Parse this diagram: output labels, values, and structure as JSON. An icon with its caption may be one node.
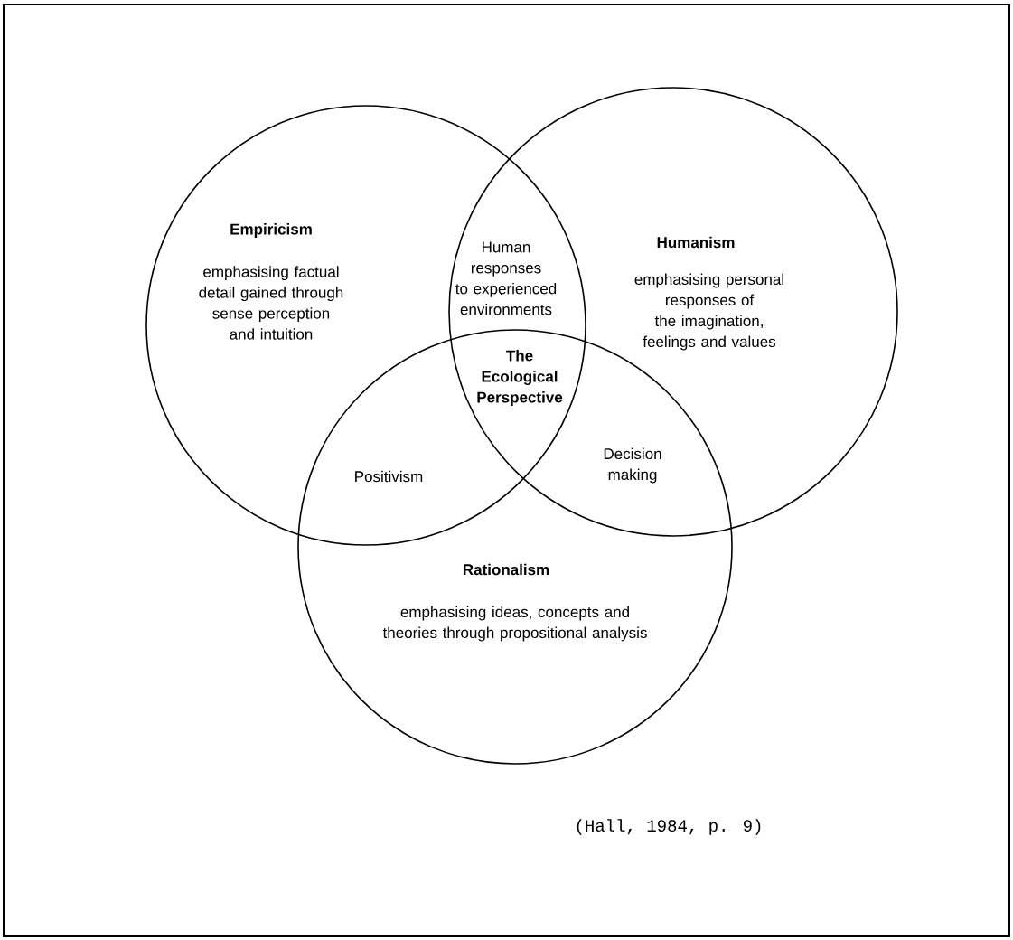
{
  "diagram": {
    "caption": "(Hall, 1984, p. 9)",
    "nodes": [
      {
        "text": [
          "Empiricism",
          "emphasising factual detail gained through sense perception and intuition"
        ]
      },
      {
        "text": [
          "Humanism",
          "emphasising personal responses of the imagination, feelings and values"
        ]
      },
      {
        "text": [
          "Rationalism",
          "emphasising ideas, concepts and theories through propositional analysis"
        ]
      }
    ],
    "labels": [
      "Human responses to experienced environments",
      "The Ecological Perspective",
      "Positivism",
      "Decision making"
    ]
  }
}
